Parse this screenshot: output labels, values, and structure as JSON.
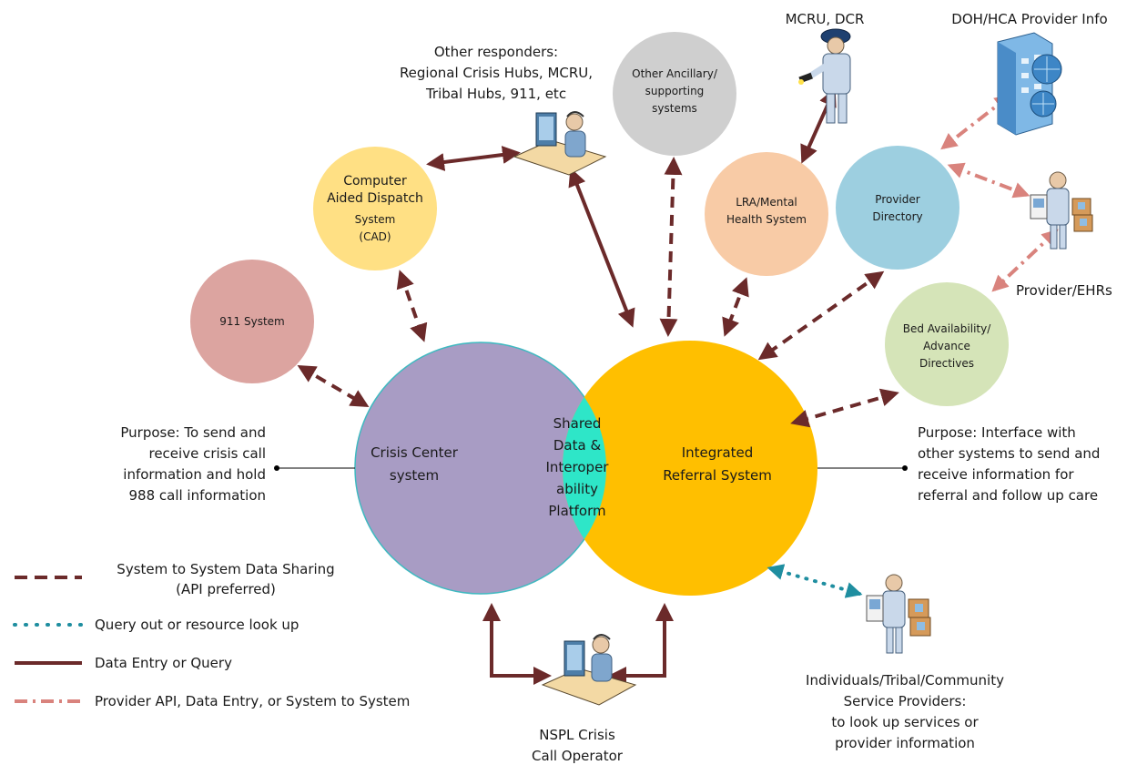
{
  "colors": {
    "crisis_center": "#a89cc4",
    "referral": "#ffbf00",
    "shared": "#2ee6c8",
    "cad": "#ffe084",
    "system_911": "#dca4a0",
    "ancillary": "#cfcfcf",
    "lra": "#f8cba6",
    "provider_dir": "#9dcfe0",
    "bed": "#d5e4b8",
    "arrow": "#6b2a2a",
    "teal": "#1f8ea0",
    "api": "#d9837d"
  },
  "circles": {
    "crisis_center": [
      "Crisis Center",
      "system"
    ],
    "referral": [
      "Integrated",
      "Referral System"
    ],
    "shared": [
      "Shared",
      "Data &",
      "Interoper",
      "ability",
      "Platform"
    ],
    "cad": [
      "Computer",
      "Aided Dispatch",
      "System",
      "(CAD)"
    ],
    "system_911": [
      "911 System"
    ],
    "ancillary": [
      "Other Ancillary/",
      "supporting",
      "systems"
    ],
    "lra": [
      "LRA/Mental",
      "Health System"
    ],
    "provider_dir": [
      "Provider",
      "Directory"
    ],
    "bed": [
      "Bed Availability/",
      "Advance",
      "Directives"
    ]
  },
  "labels": {
    "responders": [
      "Other responders:",
      "Regional Crisis Hubs, MCRU,",
      "Tribal Hubs, 911, etc"
    ],
    "mcru": "MCRU, DCR",
    "doh": "DOH/HCA Provider Info",
    "ehrs": "Provider/EHRs",
    "purpose_left": [
      "Purpose: To send and",
      "receive crisis call",
      "information and hold",
      "988 call information"
    ],
    "purpose_right": [
      "Purpose:  Interface with",
      "other systems to send and",
      "receive information for",
      "referral and follow up care"
    ],
    "nspl": [
      "NSPL Crisis",
      "Call Operator"
    ],
    "individuals": [
      "Individuals/Tribal/Community",
      "Service Providers:",
      "to look up services or",
      "provider information"
    ]
  },
  "legend": [
    {
      "type": "dash",
      "label": "System to System Data Sharing",
      "sub": "(API preferred)"
    },
    {
      "type": "dotted",
      "label": "Query out or resource look up"
    },
    {
      "type": "solid",
      "label": "Data Entry or Query"
    },
    {
      "type": "api",
      "label": "Provider API, Data Entry, or System to System"
    }
  ],
  "icons": [
    "operator-icon",
    "officer-icon",
    "server-icon",
    "provider-ehr-icon"
  ]
}
